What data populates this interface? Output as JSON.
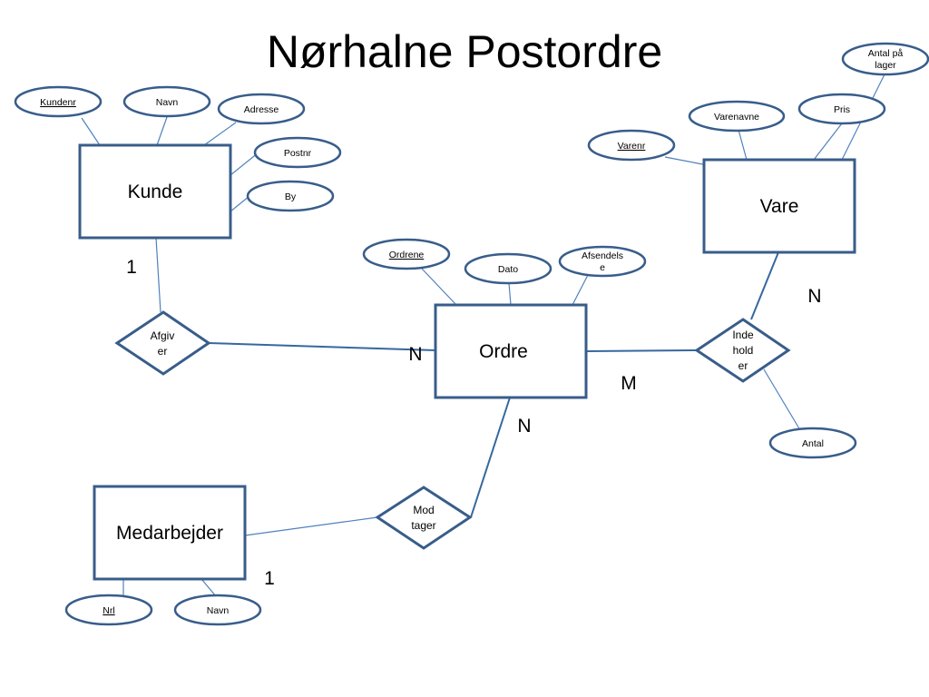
{
  "title": "Nørhalne Postordre",
  "entities": {
    "kunde": "Kunde",
    "vare": "Vare",
    "ordre": "Ordre",
    "medarbejder": "Medarbejder"
  },
  "relationships": {
    "afgiver": [
      "Afgiv",
      "er"
    ],
    "indeholder": [
      "Inde",
      "hold",
      "er"
    ],
    "modtager": [
      "Mod",
      "tager"
    ]
  },
  "attributes": {
    "kundenr": "Kundenr",
    "kunde_navn": "Navn",
    "adresse": "Adresse",
    "postnr": "Postnr",
    "by": "By",
    "varenr": "Varenr",
    "varenavne": "Varenavne",
    "pris": "Pris",
    "antal_paa_lager": [
      "Antal på",
      "lager"
    ],
    "ordrene": "Ordrene",
    "dato": "Dato",
    "afsendelse": [
      "Afsendels",
      "e"
    ],
    "antal": "Antal",
    "nrl": "Nrl",
    "medarbejder_navn": "Navn"
  },
  "cardinalities": {
    "kunde_afgiver": "1",
    "ordre_afgiver": "N",
    "vare_indeholder": "N",
    "ordre_indeholder": "M",
    "ordre_modtager": "N",
    "medarbejder_modtager": "1"
  }
}
